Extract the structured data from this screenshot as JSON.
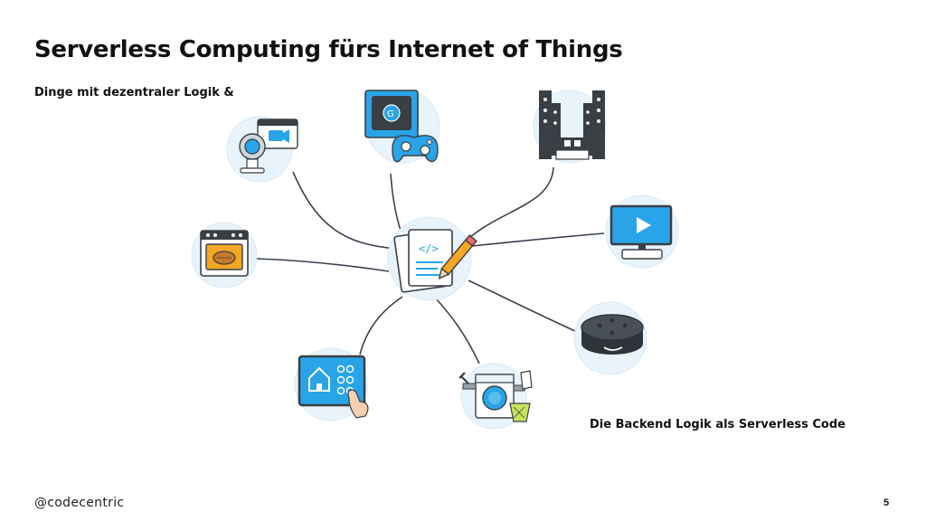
{
  "slide": {
    "title": "Serverless Computing fürs Internet of Things",
    "subtitle": "Dinge mit dezentraler Logik &",
    "caption": "Die Backend Logik als Serverless Code",
    "brand": "@codecentric",
    "page_number": "5"
  },
  "diagram": {
    "center_node": "code-document-icon",
    "nodes": [
      "webcam-icon",
      "game-console-icon",
      "speaker-system-icon",
      "tv-icon",
      "smart-speaker-icon",
      "washing-machine-icon",
      "smart-home-tablet-icon",
      "oven-icon"
    ],
    "colors": {
      "node_bg": "#e8f3fb",
      "accent": "#2aa4e8",
      "dark": "#3a3f45",
      "line": "#3a4250"
    }
  }
}
